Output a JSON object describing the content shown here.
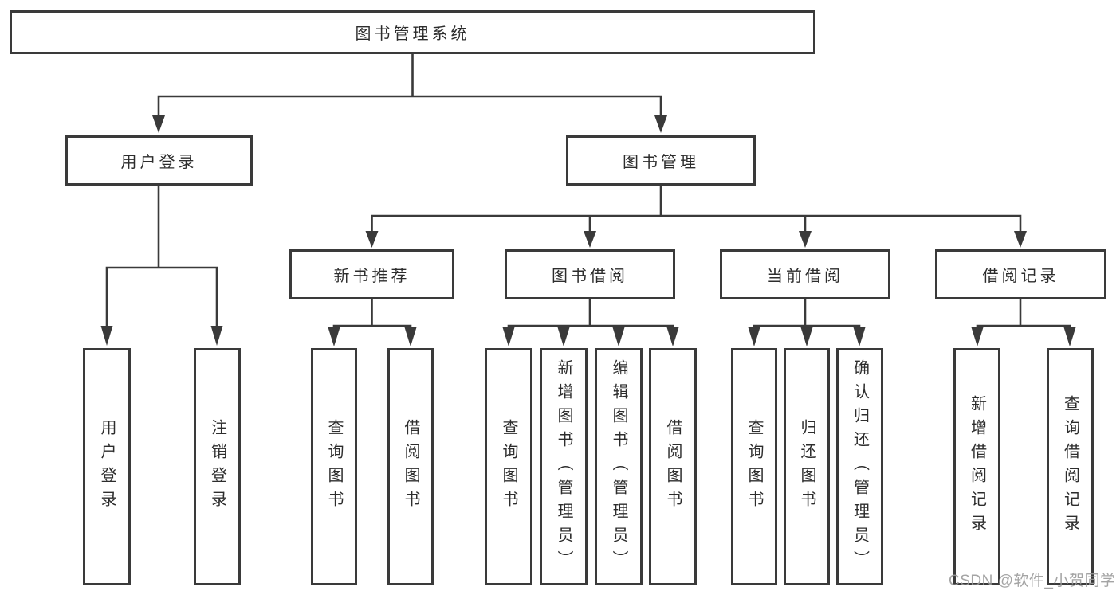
{
  "nodes": {
    "root": "图书管理系统",
    "user_login": "用户登录",
    "book_mgmt": "图书管理",
    "new_book_rec": "新书推荐",
    "book_borrow": "图书借阅",
    "current_borrow": "当前借阅",
    "borrow_records": "借阅记录",
    "leaf_user_login": "用户登录",
    "leaf_logout": "注销登录",
    "rec_query_book": "查询图书",
    "rec_borrow_book": "借阅图书",
    "bb_query_book": "查询图书",
    "bb_add_book": "新增图书（管理员）",
    "bb_edit_book": "编辑图书（管理员）",
    "bb_borrow_book": "借阅图书",
    "cb_query_book": "查询图书",
    "cb_return_book": "归还图书",
    "cb_confirm_return": "确认归还（管理员）",
    "br_add_record": "新增借阅记录",
    "br_query_record": "查询借阅记录"
  },
  "watermark": "CSDN @软件_小贺同学",
  "colors": {
    "line": "#3a3a3a",
    "text": "#2d2d2d",
    "watermark": "#9b9b9b",
    "background": "#ffffff"
  }
}
